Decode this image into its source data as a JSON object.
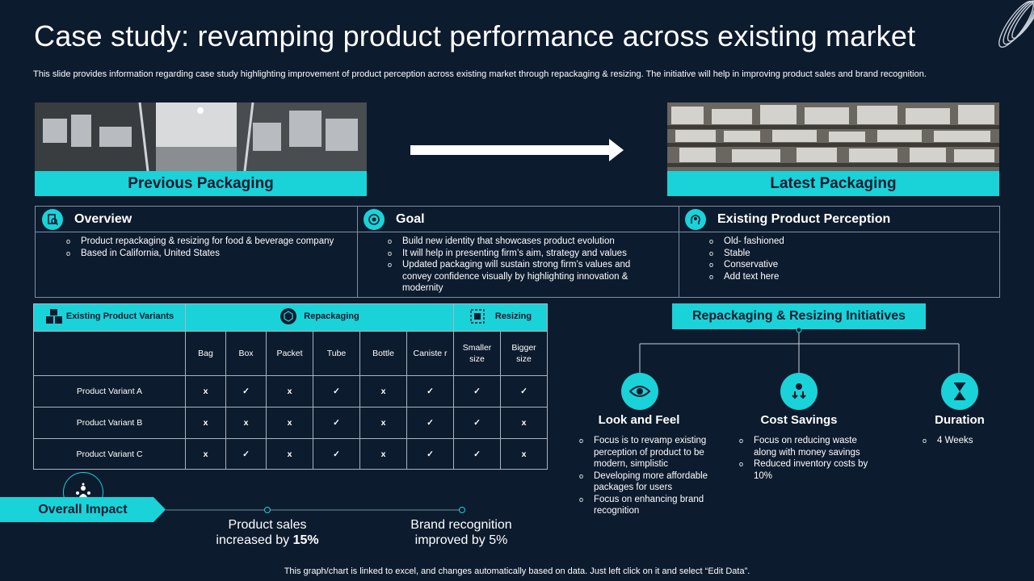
{
  "title": "Case study: revamping product performance across existing market",
  "subtitle": "This slide provides information regarding case study highlighting improvement of product perception across existing market through repackaging & resizing. The initiative will help in improving product sales and brand recognition.",
  "packaging": {
    "previous_label": "Previous Packaging",
    "latest_label": "Latest Packaging"
  },
  "info": {
    "overview": {
      "label": "Overview",
      "items": [
        "Product repackaging & resizing for food &  beverage company",
        "Based in California, United States"
      ]
    },
    "goal": {
      "label": "Goal",
      "items": [
        "Build new identity that showcases product evolution",
        "It will help in presenting firm’s aim, strategy and values",
        "Updated packaging will sustain strong firm’s values and convey confidence visually by highlighting innovation & modernity"
      ]
    },
    "perception": {
      "label": "Existing Product Perception",
      "items": [
        "Old- fashioned",
        "Stable",
        "Conservative",
        "Add text here"
      ]
    }
  },
  "variants": {
    "header_variants": "Existing  Product Variants",
    "header_repack": "Repackaging",
    "header_resize": "Resizing",
    "columns": [
      "Bag",
      "Box",
      "Packet",
      "Tube",
      "Bottle",
      "Caniste r",
      "Smaller size",
      "Bigger size"
    ],
    "rows": [
      {
        "name": "Product Variant A",
        "marks": [
          "x",
          "✓",
          "x",
          "✓",
          "x",
          "✓",
          "✓",
          "✓"
        ]
      },
      {
        "name": "Product Variant B",
        "marks": [
          "x",
          "x",
          "x",
          "✓",
          "x",
          "✓",
          "✓",
          "x"
        ]
      },
      {
        "name": "Product Variant C",
        "marks": [
          "x",
          "✓",
          "x",
          "✓",
          "x",
          "✓",
          "✓",
          "x"
        ]
      }
    ]
  },
  "initiatives": {
    "label": "Repackaging & Resizing Initiatives",
    "look": {
      "title": "Look and Feel",
      "items": [
        "Focus is to revamp existing perception of product to  be modern, simplistic",
        "Developing more affordable packages for users",
        "Focus on enhancing brand recognition"
      ]
    },
    "cost": {
      "title": "Cost Savings",
      "items": [
        "Focus on reducing waste along with money savings",
        "Reduced inventory costs by 10%"
      ]
    },
    "duration": {
      "title": "Duration",
      "items": [
        "4 Weeks"
      ]
    }
  },
  "impact": {
    "label": "Overall Impact",
    "sales_line1": "Product sales",
    "sales_line2_prefix": "increased by ",
    "sales_value": "15%",
    "brand_line1": "Brand recognition",
    "brand_line2": "improved by 5%"
  },
  "footer": "This graph/chart is linked to excel,  and changes automatically based on data. Just left click on it and select “Edit Data”.",
  "colors": {
    "background": "#0d1b2e",
    "accent": "#19d3d9"
  }
}
